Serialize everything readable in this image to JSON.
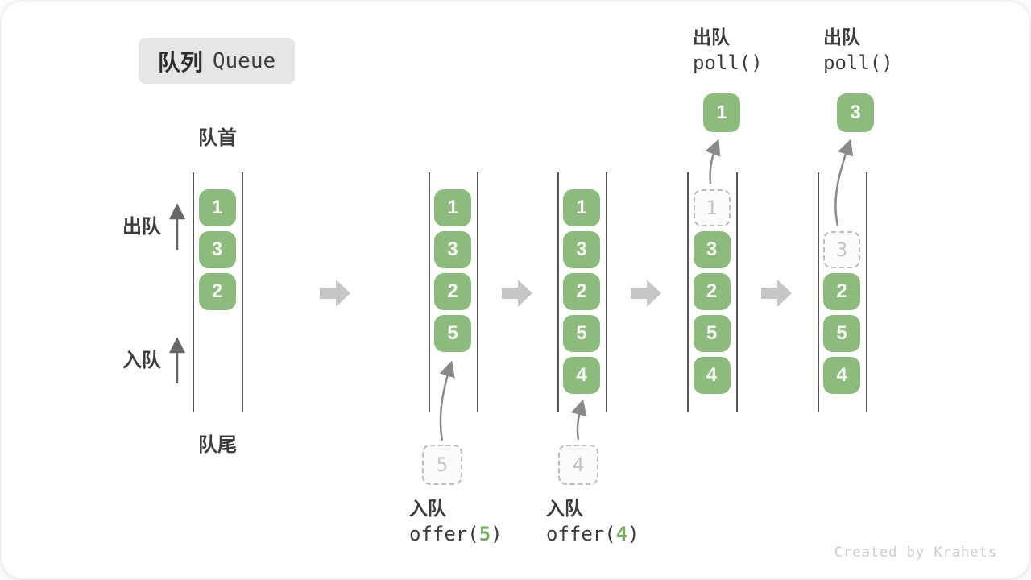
{
  "title": {
    "zh": "队列",
    "en": "Queue"
  },
  "labels": {
    "front": "队首",
    "rear": "队尾",
    "dequeue_side": "出队",
    "enqueue_side": "入队"
  },
  "colors": {
    "box_green": "#8dbb7d",
    "box_text": "#f7f8f4",
    "dashed_border": "#bcbcbc",
    "dashed_text": "#c3c3c3",
    "line": "#555555",
    "text": "#3c3c3c",
    "badge_bg": "#e6e6e6",
    "block_arrow": "#c6c6c6",
    "thin_arrow": "#8a8a8a",
    "accent_green": "#74ad62",
    "watermark": "#cccccc"
  },
  "columns": [
    {
      "name": "state-initial",
      "start_slot": 0,
      "cells": [
        {
          "value": "1",
          "removed": false
        },
        {
          "value": "3",
          "removed": false
        },
        {
          "value": "2",
          "removed": false
        }
      ]
    },
    {
      "name": "state-after-offer-5",
      "start_slot": 0,
      "cells": [
        {
          "value": "1",
          "removed": false
        },
        {
          "value": "3",
          "removed": false
        },
        {
          "value": "2",
          "removed": false
        },
        {
          "value": "5",
          "removed": false
        }
      ],
      "incoming": {
        "value": "5"
      },
      "operation": {
        "label": "入队",
        "code_prefix": "offer(",
        "code_arg": "5",
        "code_suffix": ")"
      }
    },
    {
      "name": "state-after-offer-4",
      "start_slot": 0,
      "cells": [
        {
          "value": "1",
          "removed": false
        },
        {
          "value": "3",
          "removed": false
        },
        {
          "value": "2",
          "removed": false
        },
        {
          "value": "5",
          "removed": false
        },
        {
          "value": "4",
          "removed": false
        }
      ],
      "incoming": {
        "value": "4"
      },
      "operation": {
        "label": "入队",
        "code_prefix": "offer(",
        "code_arg": "4",
        "code_suffix": ")"
      }
    },
    {
      "name": "state-after-poll-1",
      "start_slot": 0,
      "cells": [
        {
          "value": "1",
          "removed": true
        },
        {
          "value": "3",
          "removed": false
        },
        {
          "value": "2",
          "removed": false
        },
        {
          "value": "5",
          "removed": false
        },
        {
          "value": "4",
          "removed": false
        }
      ],
      "outgoing": {
        "value": "1"
      },
      "operation": {
        "label": "出队",
        "code": "poll()"
      }
    },
    {
      "name": "state-after-poll-3",
      "start_slot": 1,
      "cells": [
        {
          "value": "3",
          "removed": true
        },
        {
          "value": "2",
          "removed": false
        },
        {
          "value": "5",
          "removed": false
        },
        {
          "value": "4",
          "removed": false
        }
      ],
      "outgoing": {
        "value": "3"
      },
      "operation": {
        "label": "出队",
        "code": "poll()"
      }
    }
  ],
  "watermark": "Created by Krahets"
}
